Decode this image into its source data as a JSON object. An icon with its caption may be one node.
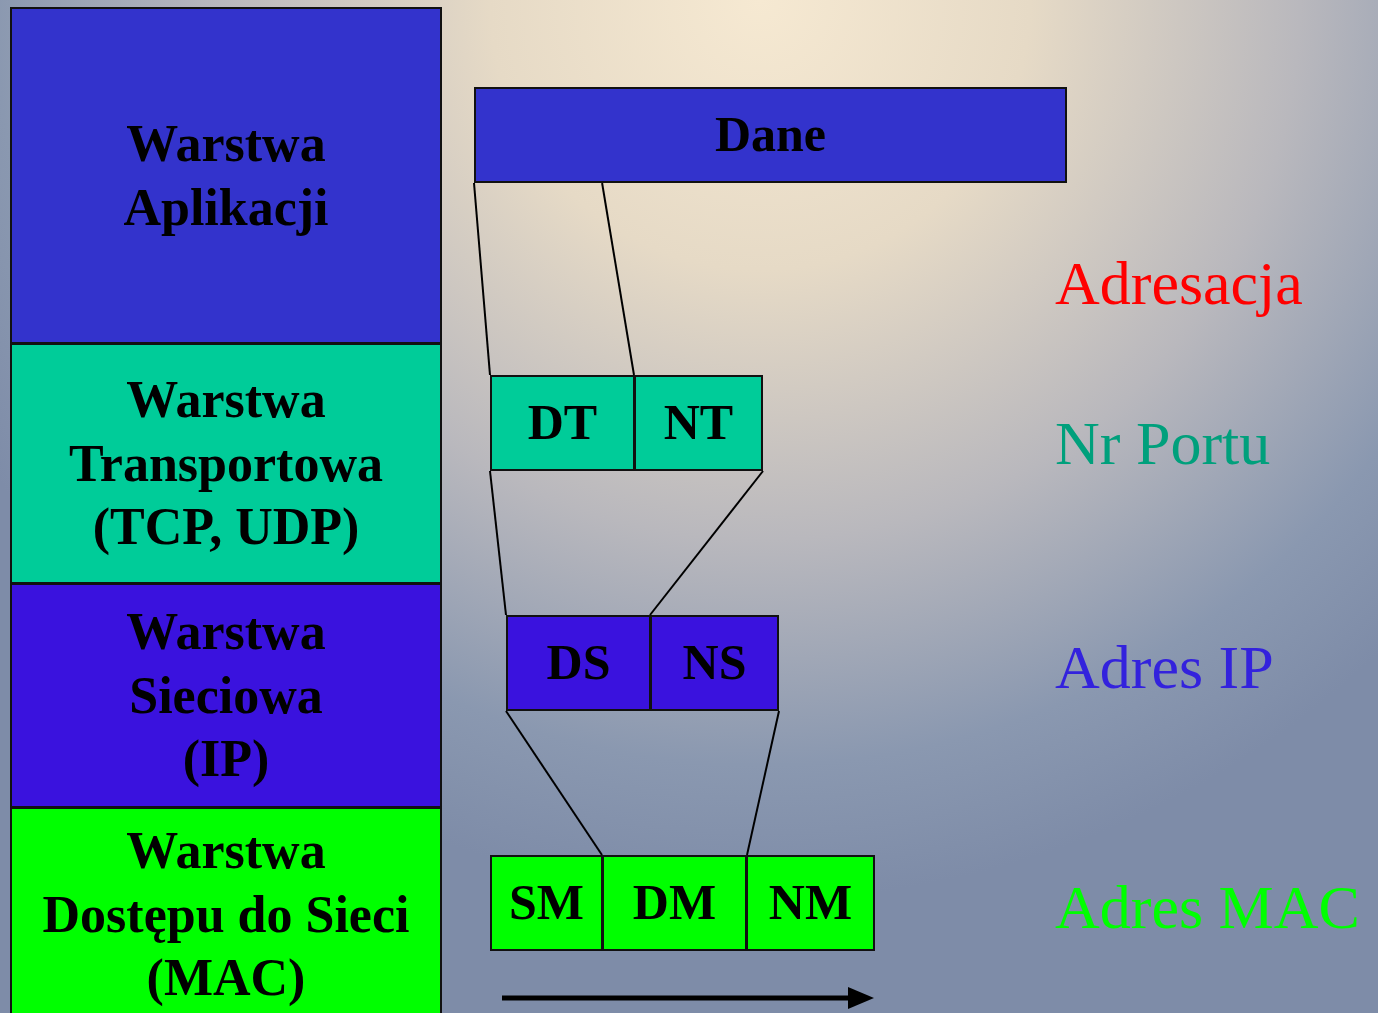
{
  "diagram": {
    "nodes": [
      {
        "text": [
          "Warstwa Aplikacji"
        ]
      },
      {
        "text": [
          "Warstwa Transportowa (TCP, UDP)"
        ]
      },
      {
        "text": [
          "Warstwa Sieciowa (IP)"
        ]
      },
      {
        "text": [
          "Warstwa Dostępu do Sieci (MAC)"
        ]
      },
      {
        "text": [
          "Dane"
        ]
      },
      {
        "text": [
          "DT"
        ]
      },
      {
        "text": [
          "NT"
        ]
      },
      {
        "text": [
          "DS"
        ]
      },
      {
        "text": [
          "NS"
        ]
      },
      {
        "text": [
          "SM"
        ]
      },
      {
        "text": [
          "DM"
        ]
      },
      {
        "text": [
          "NM"
        ]
      }
    ],
    "edges": [
      {
        "from": 4,
        "to": 5,
        "arrow": "none"
      },
      {
        "from": 4,
        "to": 6,
        "arrow": "none"
      },
      {
        "from": 5,
        "to": 7,
        "arrow": "none"
      },
      {
        "from": 6,
        "to": 8,
        "arrow": "none"
      },
      {
        "from": 7,
        "to": 10,
        "arrow": "none"
      },
      {
        "from": 8,
        "to": 10,
        "arrow": "none"
      }
    ],
    "labels": [
      "Adresacja",
      "Nr Portu",
      "Adres IP",
      "Adres MAC"
    ]
  }
}
